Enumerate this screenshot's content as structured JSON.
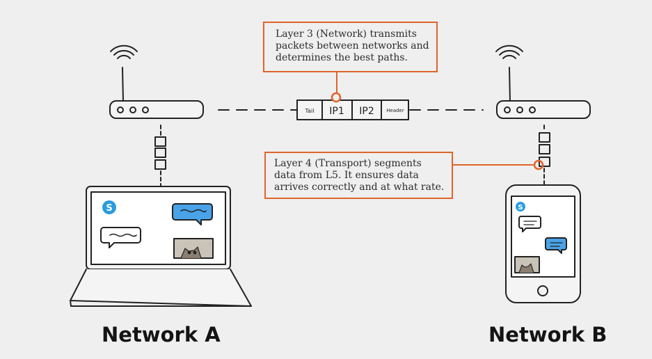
{
  "callouts": {
    "layer3": "Layer 3 (Network) transmits packets between networks and determines the best paths.",
    "layer4": "Layer 4 (Transport) segments data from L5. It ensures data arrives correctly and at what rate."
  },
  "packet": {
    "segments": [
      "Tail",
      "IP1",
      "IP2",
      "Header"
    ]
  },
  "networks": {
    "a": "Network A",
    "b": "Network B"
  },
  "colors": {
    "accent": "#e0642a",
    "chat_blue": "#4aa3e8",
    "skype_blue": "#2a9cde",
    "stroke": "#222222",
    "background": "#efefef"
  },
  "icons": [
    "wifi-icon",
    "router-icon",
    "laptop-icon",
    "phone-icon",
    "skype-icon",
    "chat-bubble-icon",
    "cat-photo-icon"
  ]
}
